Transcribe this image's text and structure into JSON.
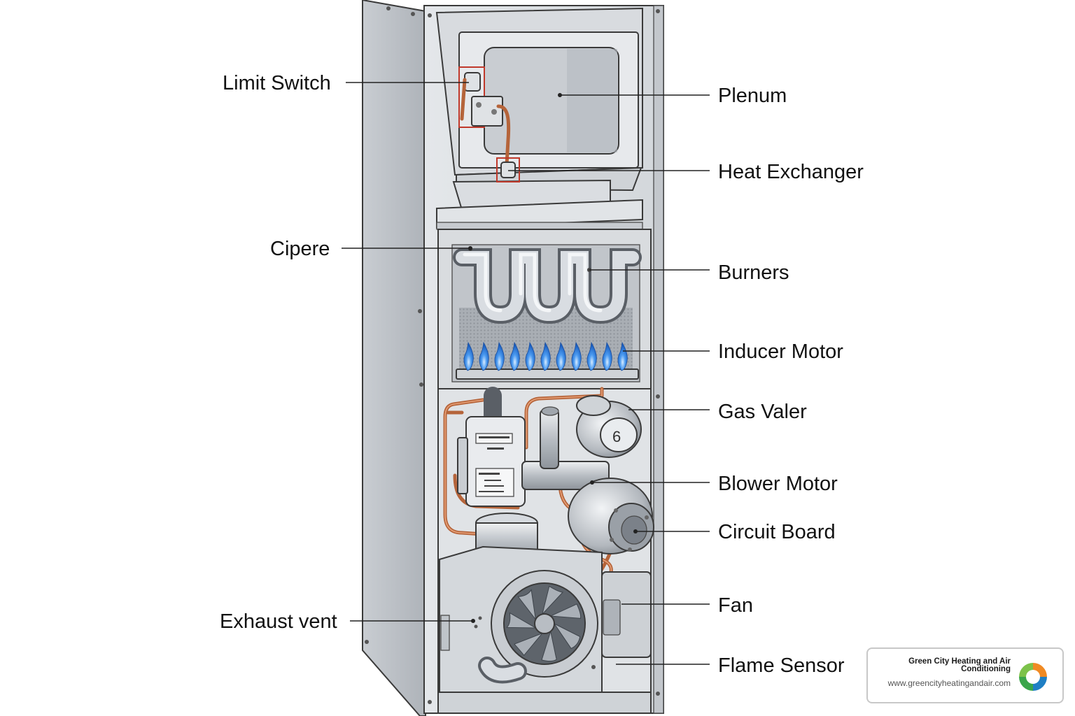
{
  "labels": {
    "limit_switch": "Limit Switch",
    "plenum": "Plenum",
    "heat_exchanger": "Heat Exchanger",
    "cipere": "Cipere",
    "burners": "Burners",
    "inducer_motor": "Inducer Motor",
    "gas_valer": "Gas Valer",
    "blower_motor": "Blower Motor",
    "circuit_board": "Circuit Board",
    "exhaust_vent": "Exhaust vent",
    "fan": "Fan",
    "flame_sensor": "Flame Sensor"
  },
  "badge": {
    "company": "Green City Heating and Air Conditioning",
    "url": "www.greencityheatingandair.com",
    "logo_icon": "swirl-logo-icon"
  },
  "colors": {
    "metal": "#bfc4c9",
    "copper_pipe": "#b5643a",
    "flame": "#2b7fe0",
    "highlight_box": "#c0392b",
    "logo_green": "#3aa54a",
    "logo_orange": "#f08a24",
    "logo_blue": "#1f7fc4"
  }
}
